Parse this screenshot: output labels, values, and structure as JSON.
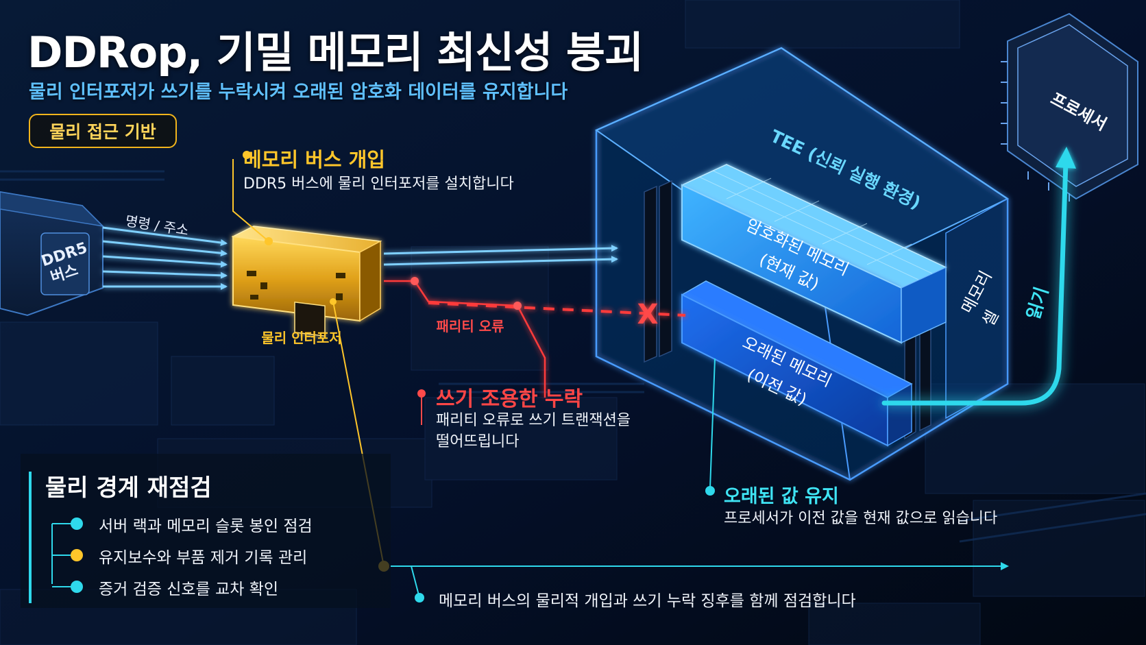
{
  "title": "DDRop, 기밀 메모리 최신성 붕괴",
  "subtitle": "물리 인터포저가 쓰기를 누락시켜 오래된 암호화 데이터를 유지합니다",
  "badge": "물리 접근 기반",
  "bus_intervention": {
    "heading": "메모리 버스 개입",
    "desc": "DDR5 버스에 물리 인터포저를 설치합니다"
  },
  "labels": {
    "ddr5_bus": [
      "DDR5",
      "버스"
    ],
    "command_address": "명령 / 주소",
    "interposer": "물리 인터포저",
    "parity_error": "패리티 오류",
    "tee": "TEE (신뢰 실행 환경)",
    "encrypted_memory": [
      "암호화된 메모리",
      "(현재 값)"
    ],
    "stale_memory": [
      "오래된 메모리",
      "(이전 값)"
    ],
    "memory_cell": [
      "메모리",
      "셀"
    ],
    "read": "읽기",
    "processor": "프로세서",
    "drop_mark": "X"
  },
  "silent_write_drop": {
    "heading": "쓰기 조용한 누락",
    "desc": [
      "패리티 오류로 쓰기 트랜잭션을",
      "떨어뜨립니다"
    ]
  },
  "stale_value": {
    "heading": "오래된 값 유지",
    "desc": "프로세서가 이전 값을 현재 값으로 읽습니다"
  },
  "panel": {
    "title": "물리 경계 재점검",
    "items": [
      {
        "text": "서버 랙과 메모리 슬롯 봉인 점검",
        "color": "#2fd9ec"
      },
      {
        "text": "유지보수와 부품 제거 기록 관리",
        "color": "#ffc62a"
      },
      {
        "text": "증거 검증 신호를 교차 확인",
        "color": "#2fd9ec"
      }
    ]
  },
  "footer": "메모리 버스의 물리적 개입과 쓰기 누락 징후를 함께 점검합니다",
  "colors": {
    "accent_cyan": "#2fd9ec",
    "accent_yellow": "#ffc62a",
    "accent_red": "#ff3b3b",
    "accent_blue": "#4aa8ff",
    "background": "#040c1c"
  }
}
